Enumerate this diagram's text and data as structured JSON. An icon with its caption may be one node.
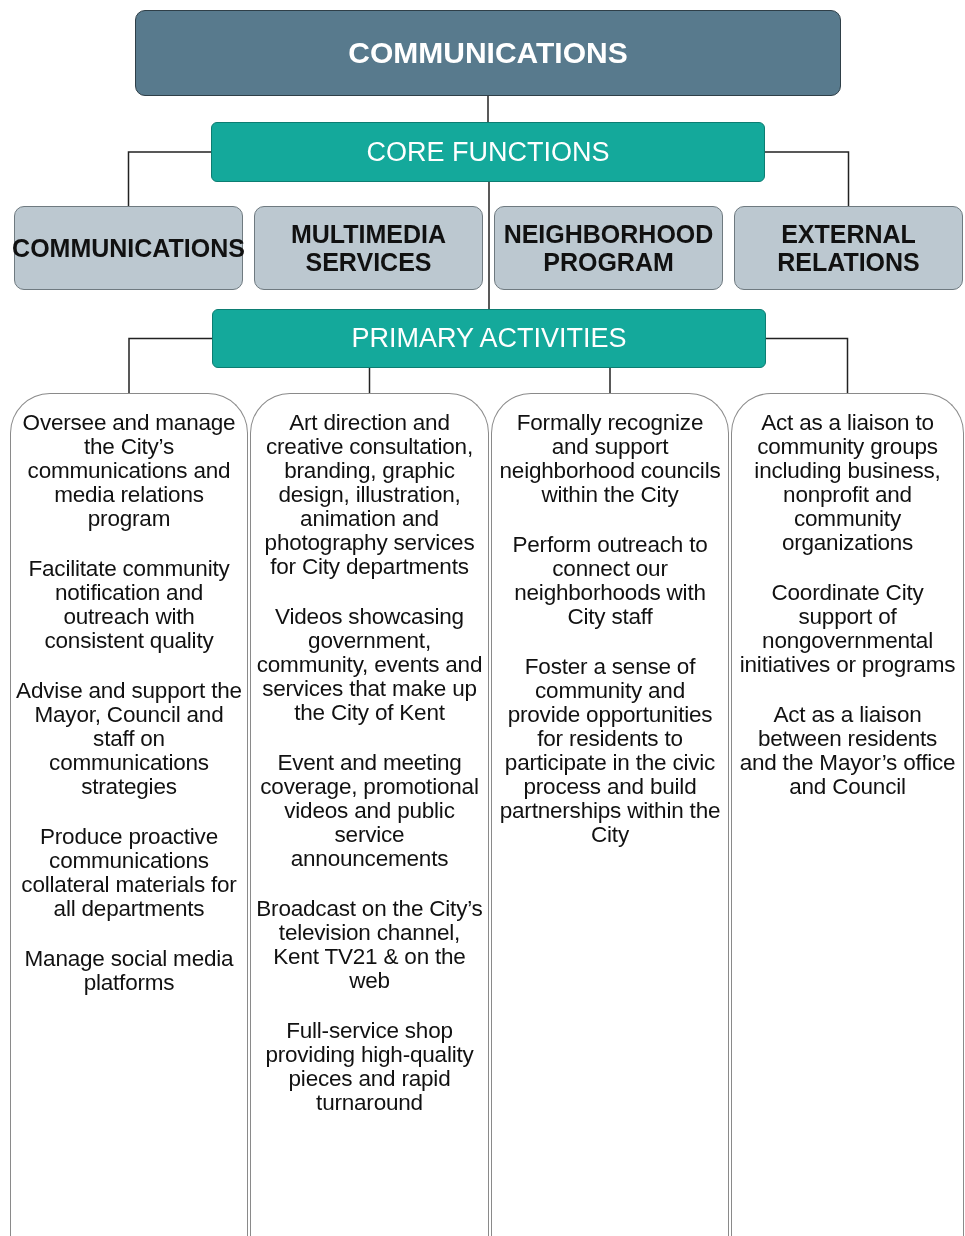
{
  "diagram": {
    "nodes": [
      {
        "text": [
          "COMMUNICATIONS"
        ]
      },
      {
        "text": [
          "CORE FUNCTIONS"
        ]
      },
      {
        "text": [
          "COMMUNICATIONS"
        ]
      },
      {
        "text": [
          "MULTIMEDIA SERVICES"
        ]
      },
      {
        "text": [
          "NEIGHBORHOOD PROGRAM"
        ]
      },
      {
        "text": [
          "EXTERNAL RELATIONS"
        ]
      },
      {
        "text": [
          "PRIMARY ACTIVITIES"
        ]
      },
      {
        "text": [
          "Oversee and manage the City’s communications and media relations program",
          "Facilitate community notification and outreach with consistent quality",
          "Advise and support the Mayor, Council and staff on communications strategies",
          "Produce proactive communications collateral materials for all departments",
          "Manage social media platforms"
        ]
      },
      {
        "text": [
          "Art direction and creative consultation, branding, graphic design, illustration, animation and photography services for City departments",
          "Videos showcasing government, community, events and services that make up the City of Kent",
          "Event and meeting coverage, promotional videos and public service announcements",
          "Broadcast on the City’s television channel, Kent TV21 & on the web",
          "Full-service shop providing high-quality pieces and rapid turnaround"
        ]
      },
      {
        "text": [
          "Formally recognize and support neighborhood councils within the City",
          "Perform outreach to connect our neighborhoods with City staff",
          "Foster a sense of community and provide opportunities for residents to participate in the civic process and build partnerships within the City"
        ]
      },
      {
        "text": [
          "Act as a liaison to community groups including business, nonprofit and community organizations",
          "Coordinate City support of nongovernmental initiatives or programs",
          "Act as a liaison between residents and the Mayor’s office and Council"
        ]
      }
    ],
    "edges": [
      {
        "from": 0,
        "to": 1,
        "arrow": "none"
      },
      {
        "from": 1,
        "to": 2,
        "arrow": "none"
      },
      {
        "from": 1,
        "to": 5,
        "arrow": "none"
      },
      {
        "from": 1,
        "to": 6,
        "arrow": "none"
      },
      {
        "from": 6,
        "to": 7,
        "arrow": "none"
      },
      {
        "from": 6,
        "to": 8,
        "arrow": "none"
      },
      {
        "from": 6,
        "to": 9,
        "arrow": "none"
      },
      {
        "from": 6,
        "to": 10,
        "arrow": "none"
      }
    ]
  }
}
